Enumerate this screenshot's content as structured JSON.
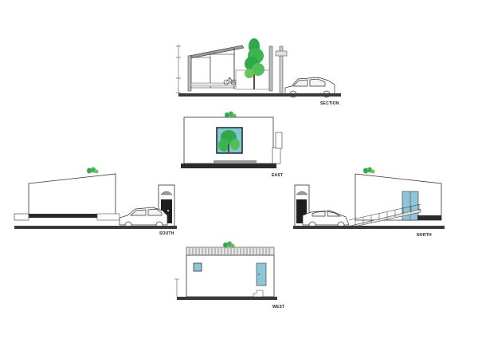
{
  "labels": {
    "section": "SECTION",
    "east": "EAST",
    "south": "SOUTH",
    "north": "NORTH",
    "west": "WEST"
  },
  "colors": {
    "background": "#ffffff",
    "line": "#333333",
    "ground": "#3a3a3a",
    "base_band": "#2b2b2b",
    "foliage": "#2fa84a",
    "foliage_light": "#6dc35a",
    "glass": "#62b8c8",
    "door": "#8ec6d8",
    "gray_fill": "#d4d4d4",
    "window_frame": "#333333"
  },
  "icons": [
    "tree-icon",
    "shrub-icon",
    "car-icon",
    "bicycle-icon"
  ]
}
